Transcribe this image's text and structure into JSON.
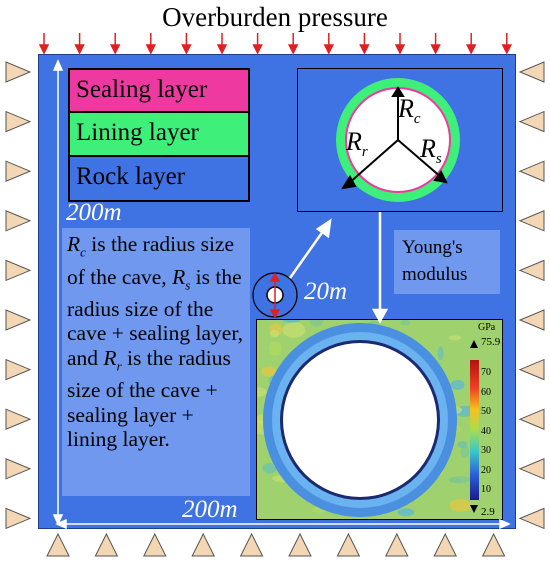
{
  "title": "Overburden pressure",
  "legend": {
    "items": [
      {
        "label": "Sealing layer",
        "color": "#ee3aa0"
      },
      {
        "label": "Lining layer",
        "color": "#3ef07a"
      },
      {
        "label": "Rock layer",
        "color": "#3f72e2"
      }
    ]
  },
  "dimensions": {
    "vertical": "200m",
    "horizontal": "200m",
    "cave": "20m"
  },
  "radii": {
    "rc": "R",
    "rc_sub": "c",
    "rs": "R",
    "rs_sub": "s",
    "rr": "R",
    "rr_sub": "r"
  },
  "note": {
    "l1_sym": "R",
    "l1_sub": "c",
    "l1_text": " is the radius size of the cave,",
    "l2_sym": "R",
    "l2_sub": "s",
    "l2_text": " is the radius size of the cave + sealing layer, and",
    "l3_sym": "R",
    "l3_sub": "r",
    "l3_text": " is the radius size of the cave + sealing layer + lining layer."
  },
  "youngs_label": "Young's modulus",
  "colorbar": {
    "unit": "GPa",
    "max": "75.9",
    "min": "2.9",
    "ticks": [
      "70",
      "60",
      "50",
      "40",
      "30",
      "20",
      "10"
    ]
  },
  "colors": {
    "rock": "#3f72e2",
    "arrow": "#e02020",
    "support": "#f3d6b4"
  }
}
